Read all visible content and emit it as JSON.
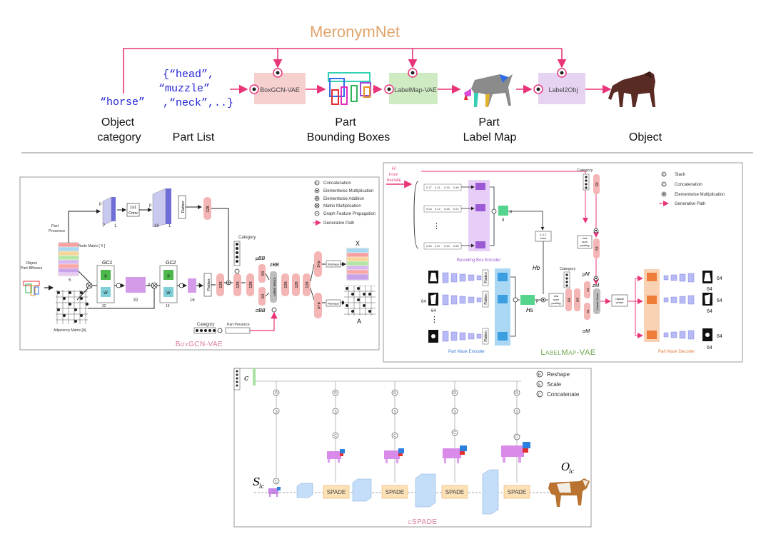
{
  "top": {
    "title": "MeronymNet",
    "input_word": "“horse”",
    "part_list": [
      "{“head”,",
      "“muzzle”",
      ",“neck”,..}"
    ],
    "modules": [
      "BoxGCN-VAE",
      "LabelMap-VAE",
      "Label2Obj"
    ],
    "captions": {
      "object_category": [
        "Object",
        "category"
      ],
      "part_list": "Part List",
      "part_boxes": [
        "Part",
        "Bounding Boxes"
      ],
      "part_label_map": [
        "Part",
        "Label Map"
      ],
      "object": "Object"
    }
  },
  "boxgcn": {
    "caption": "BoxGCN-VAE",
    "legend": [
      "Concatenation",
      "Elementwise Multiplication",
      "Elementwise Addition",
      "Matrix Multiplication",
      "Graph Feature Propagation",
      "Generative Path"
    ],
    "input_label": [
      "Object",
      "Part BBoxes"
    ],
    "part_presence": [
      "Part",
      "Presence"
    ],
    "node_matrix": "Node Matrix [ X ]",
    "adjacency_matrix": "Adjacency Matrix [A]",
    "conv": [
      "1x1",
      "Conv"
    ],
    "flatten": "Flatten",
    "dims": {
      "p": "p",
      "seven": "7",
      "sixteen": "16",
      "one": "1",
      "five": "5",
      "thirtytwo": "32",
      "onetwentyeight": "128",
      "sixtyfour": "64"
    },
    "gc1": "GC1",
    "gc2": "GC2",
    "category": "Category",
    "mu": "μBB",
    "sigma": "σBB",
    "z": "zBB",
    "latent": "Latent Vector",
    "out_x": "X",
    "out_a": "A",
    "reshape": "Reshape",
    "five_p": "5×p",
    "p_p": "p×p",
    "category_bottom": "Category",
    "part_presence_bottom": "Part Presence"
  },
  "labelmap": {
    "caption": "LabelMap-VAE",
    "legend": [
      "Stack",
      "Concatenation",
      "Elementwise Multiplication",
      "Generative Path"
    ],
    "hc_from": [
      "H",
      "From",
      "BoxVAE"
    ],
    "bbox_encoder": "Bounding Box Encoder",
    "part_mask_encoder": "Part Mask Encoder",
    "part_mask_decoder": "Part Mask Decoder",
    "conv": [
      "1 x 1",
      "conv"
    ],
    "row_sum_pooling": [
      "row",
      "sum",
      "pooling"
    ],
    "repeat_vector": [
      "repeat",
      "vector"
    ],
    "category": "Category",
    "hb": "Hb",
    "hs": "Hs",
    "mu": "μM",
    "sigma": "σM",
    "z": "zM",
    "latent": "Latent Vector",
    "flatten": "Flatten",
    "dims": {
      "p": "p",
      "eight": "8",
      "sixtyfour": "64",
      "sixtyfour_b": "64"
    },
    "bbox_rows": [
      [
        "0.77",
        "0.21",
        "0.15",
        "0.46"
      ],
      [
        "0.04",
        "0.14",
        "0.26",
        "0.21"
      ],
      [
        "0.26",
        "0.67",
        "0.20",
        "0.82"
      ]
    ]
  },
  "cspade": {
    "caption": "cSPADE",
    "legend": [
      "Reshape",
      "Scale",
      "Concatenate"
    ],
    "legend_symbols": [
      "R",
      "S",
      "C"
    ],
    "c_label": "c",
    "s_label": "S",
    "s_sub": "lc",
    "o_label": "O",
    "o_sub": "lc",
    "spade": "SPADE"
  },
  "colors": {
    "accent_orange": "#E2A46B",
    "path_pink": "#E8357A",
    "box_pink": "#F6CFCF",
    "box_green": "#CFEBC3",
    "box_purple": "#E6D3F2",
    "text_blue": "#2323D6",
    "labelmap_green": "#6FA24B"
  }
}
